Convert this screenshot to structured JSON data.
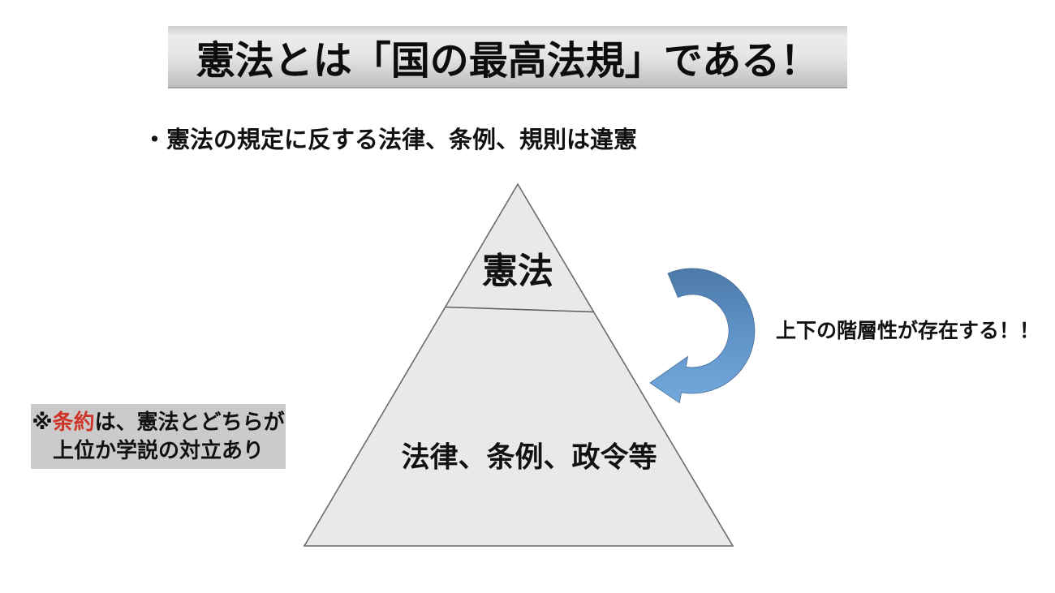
{
  "slide": {
    "title": "憲法とは「国の最高法規」である！",
    "bullet": "・憲法の規定に反する法律、条例、規則は違憲"
  },
  "pyramid": {
    "top_label": "憲法",
    "bottom_label": "法律、条例、政令等",
    "fill_color": "#e9e9e9",
    "stroke_color": "#6b6b6b"
  },
  "arrow": {
    "caption": "上下の階層性が存在する！！",
    "gradient_top_color": "#4c79a8",
    "gradient_bottom_color": "#74a9dd"
  },
  "note": {
    "line1_prefix": "※",
    "line1_highlight": "条約",
    "line1_rest": "は、憲法とどちらが",
    "line2": "上位か学説の対立あり",
    "highlight_color": "#d03328",
    "background_color": "#cbcbcb"
  },
  "colors": {
    "title_bar_gradient": [
      "#cfcfcf",
      "#ececec",
      "#bfbfbf"
    ],
    "page_background": "#ffffff",
    "text_color": "#111111"
  }
}
